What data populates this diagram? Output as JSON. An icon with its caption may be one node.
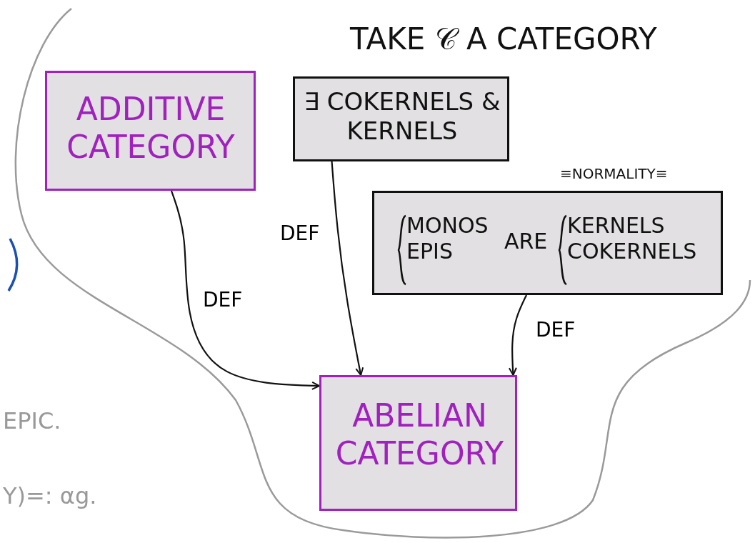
{
  "diagram": {
    "title": "TAKE 𝒞 A CATEGORY",
    "nodes": [
      {
        "text": [
          "ADDITIVE CATEGORY"
        ]
      },
      {
        "text": [
          "∃ COKERNELS & KERNELS"
        ]
      },
      {
        "text": [
          "MONOS EPIS",
          "ARE",
          "KERNELS COKERNELS"
        ],
        "beside": [
          "≡NORMALITY≡"
        ]
      },
      {
        "text": [
          "ABELIAN CATEGORY"
        ]
      }
    ],
    "edges": [
      {
        "from": 0,
        "to": 3,
        "arrow": "to",
        "label": "DEF"
      },
      {
        "from": 1,
        "to": 3,
        "arrow": "to",
        "label": "DEF"
      },
      {
        "from": 2,
        "to": 3,
        "arrow": "to",
        "label": "DEF"
      }
    ],
    "labels": [
      "EPIC.",
      "Y)=: αg."
    ]
  }
}
